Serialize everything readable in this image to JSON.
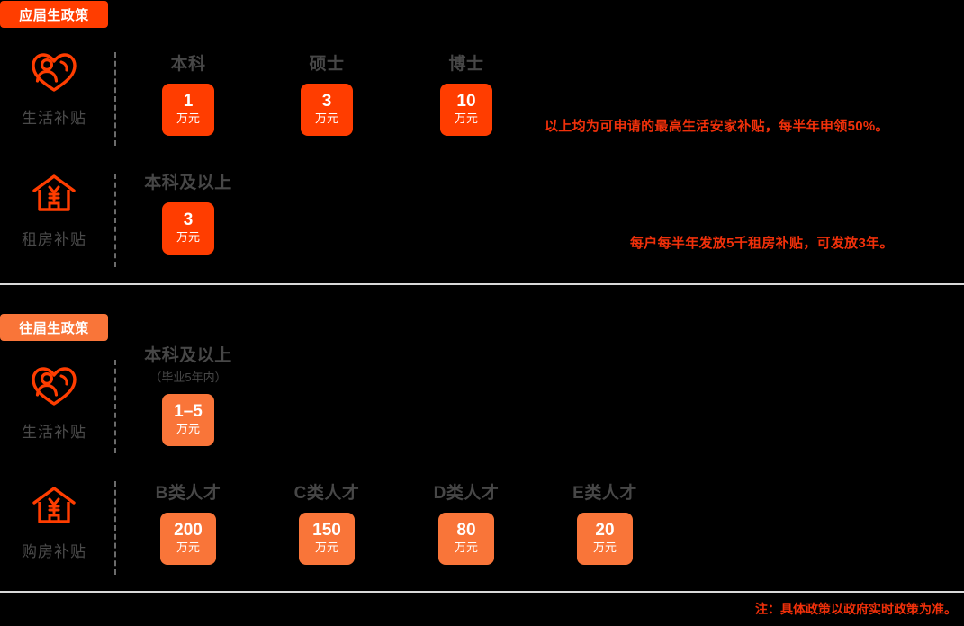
{
  "colors": {
    "background": "#000000",
    "fresh_accent": "#FF3D00",
    "past_accent": "#F97539",
    "note_red": "#F0300A",
    "label_gray": "#474747",
    "divider": "#d9d9d9"
  },
  "sections": [
    {
      "badge": "应届生政策",
      "rows": [
        {
          "icon": "heart-people-icon",
          "category": "生活补贴",
          "items": [
            {
              "label": "本科",
              "sublabel": "",
              "amount": "1",
              "unit": "万元"
            },
            {
              "label": "硕士",
              "sublabel": "",
              "amount": "3",
              "unit": "万元"
            },
            {
              "label": "博士",
              "sublabel": "",
              "amount": "10",
              "unit": "万元"
            }
          ],
          "note": "以上均为可申请的最高生活安家补贴，每半年申领50%。"
        },
        {
          "icon": "house-yuan-icon",
          "category": "租房补贴",
          "items": [
            {
              "label": "本科及以上",
              "sublabel": "",
              "amount": "3",
              "unit": "万元"
            }
          ],
          "note": "每户每半年发放5千租房补贴，可发放3年。"
        }
      ]
    },
    {
      "badge": "往届生政策",
      "rows": [
        {
          "icon": "heart-people-icon",
          "category": "生活补贴",
          "items": [
            {
              "label": "本科及以上",
              "sublabel": "（毕业5年内）",
              "amount": "1–5",
              "unit": "万元"
            }
          ],
          "note": ""
        },
        {
          "icon": "house-yuan-icon",
          "category": "购房补贴",
          "items": [
            {
              "label": "B类人才",
              "sublabel": "",
              "amount": "200",
              "unit": "万元"
            },
            {
              "label": "C类人才",
              "sublabel": "",
              "amount": "150",
              "unit": "万元"
            },
            {
              "label": "D类人才",
              "sublabel": "",
              "amount": "80",
              "unit": "万元"
            },
            {
              "label": "E类人才",
              "sublabel": "",
              "amount": "20",
              "unit": "万元"
            }
          ],
          "note": ""
        }
      ]
    }
  ],
  "footnote": "注：具体政策以政府实时政策为准。"
}
